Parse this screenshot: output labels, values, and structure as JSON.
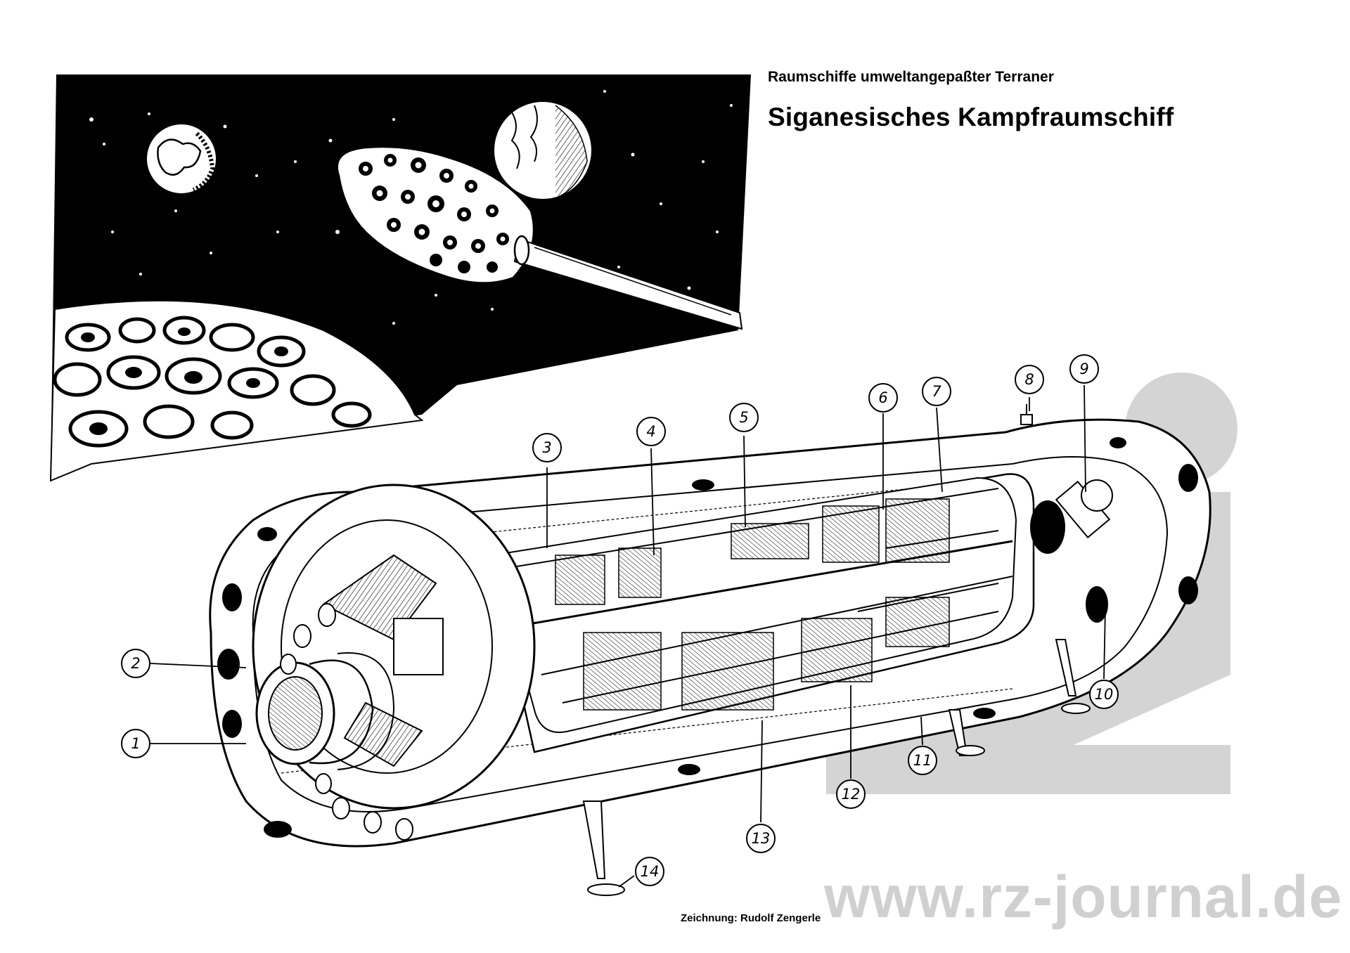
{
  "header": {
    "subtitle": "Raumschiffe umweltangepaßter Terraner",
    "title": "Siganesisches Kampfraumschiff"
  },
  "credit": "Zeichnung: Rudolf Zengerle",
  "watermark": {
    "text": "www.rz-journal.de",
    "color": "#d0d0d0",
    "logo_icon": "rz-logo-icon"
  },
  "space_scene": {
    "background_color": "#000000",
    "elements": [
      "small-moon-icon",
      "large-moon-icon",
      "asteroid-ship-icon",
      "cratered-planet-icon",
      "stars-icon",
      "engine-trail-icon"
    ]
  },
  "callouts": [
    "1",
    "2",
    "3",
    "4",
    "5",
    "6",
    "7",
    "8",
    "9",
    "10",
    "11",
    "12",
    "13",
    "14"
  ]
}
